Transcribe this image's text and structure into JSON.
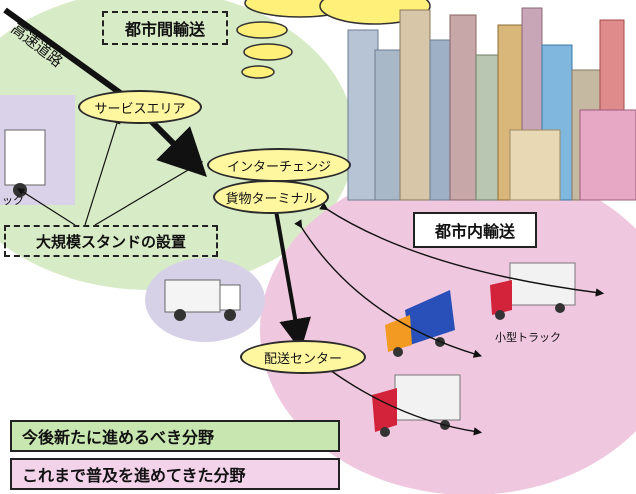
{
  "labels": {
    "highway": "高速道路",
    "intercity": "都市間輸送",
    "service_area": "サービスエリア",
    "interchange": "インターチェンジ",
    "freight_terminal": "貨物ターミナル",
    "large_stand": "大規模スタンドの設置",
    "intracity": "都市内輸送",
    "small_truck": "小型トラック",
    "distribution_center": "配送センター",
    "truck_cut": "ック"
  },
  "legend": {
    "future_field": "今後新たに進めるべき分野",
    "past_field": "これまで普及を進めてきた分野"
  },
  "colors": {
    "green_zone": "#d8ebc7",
    "pink_zone": "#efc7df",
    "callout": "#fff6a0",
    "future_legend": "#c8e6b0",
    "past_legend": "#f3d3ea"
  }
}
